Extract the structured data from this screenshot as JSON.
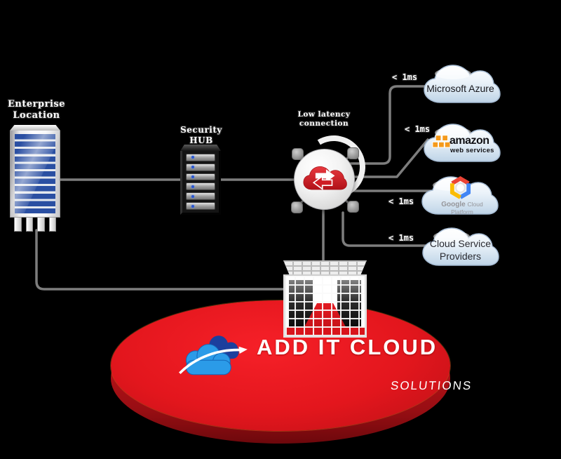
{
  "enterprise": {
    "line1": "Enterprise",
    "line2": "Location"
  },
  "security_hub": {
    "line1": "Security",
    "line2": "HUB"
  },
  "latency_hub": {
    "line1": "Low latency",
    "line2": "connection"
  },
  "links": {
    "azure_latency": "< 1ms",
    "aws_latency": "< 1ms",
    "gcp_latency": "< 1ms",
    "csp_latency": "< 1ms"
  },
  "providers": {
    "azure": {
      "name": "Microsoft Azure"
    },
    "aws": {
      "name": "amazon",
      "sub": "web services"
    },
    "gcp": {
      "name": "Google",
      "sub": "Cloud Platform"
    },
    "csp": {
      "line1": "Cloud Service",
      "line2": "Providers"
    }
  },
  "platform": {
    "brand": "ADD IT CLOUD",
    "tagline": "SOLUTIONS"
  },
  "colors": {
    "connector_gray": "#7d7d7d",
    "platform_red": "#e3161d",
    "hub_icon_red": "#cf1d24",
    "logo_dark_blue": "#1c3f9d",
    "logo_light_blue": "#2b9be8",
    "aws_orange": "#f49a1c",
    "cloud_fill_light": "#eaf2f9",
    "cloud_fill_dark": "#bfd4e7"
  }
}
